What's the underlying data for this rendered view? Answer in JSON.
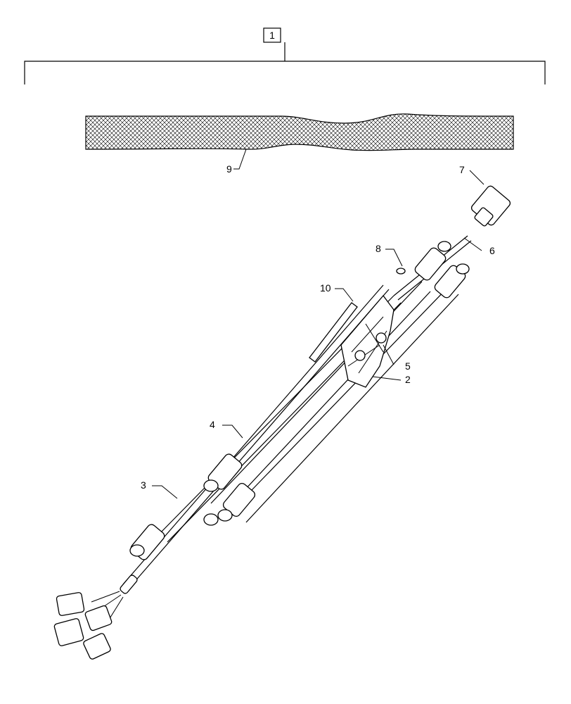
{
  "assembly": {
    "label": "1"
  },
  "callouts": [
    {
      "id": "p2",
      "label": "2"
    },
    {
      "id": "p3",
      "label": "3"
    },
    {
      "id": "p4",
      "label": "4"
    },
    {
      "id": "p5",
      "label": "5"
    },
    {
      "id": "p6",
      "label": "6"
    },
    {
      "id": "p7",
      "label": "7"
    },
    {
      "id": "p8",
      "label": "8"
    },
    {
      "id": "p9",
      "label": "9"
    },
    {
      "id": "p10",
      "label": "10"
    }
  ]
}
